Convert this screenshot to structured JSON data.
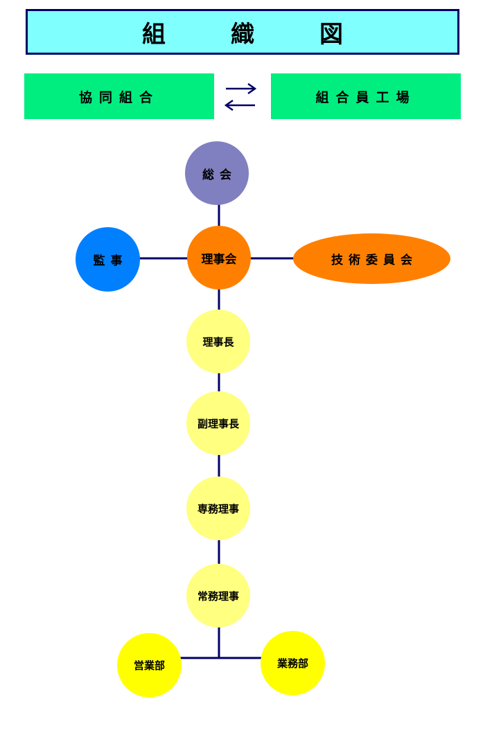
{
  "title": "組　織　図",
  "relation": {
    "left_label": "協同組合",
    "right_label": "組合員工場"
  },
  "nodes": {
    "general_meeting": "総会",
    "auditor": "監事",
    "board": "理事会",
    "tech_committee": "技術委員会",
    "chairman": "理事長",
    "vice_chairman": "副理事長",
    "senior_director": "専務理事",
    "managing_director": "常務理事",
    "sales_dept": "営業部",
    "operations_dept": "業務部"
  },
  "colors": {
    "title_bg": "#80ffff",
    "green": "#00ee80",
    "line": "#000066",
    "general_meeting": "#8080c0",
    "auditor": "#0080ff",
    "board": "#ff8000",
    "tech_committee": "#ff8000",
    "officer": "#ffff80",
    "department": "#ffff00"
  }
}
